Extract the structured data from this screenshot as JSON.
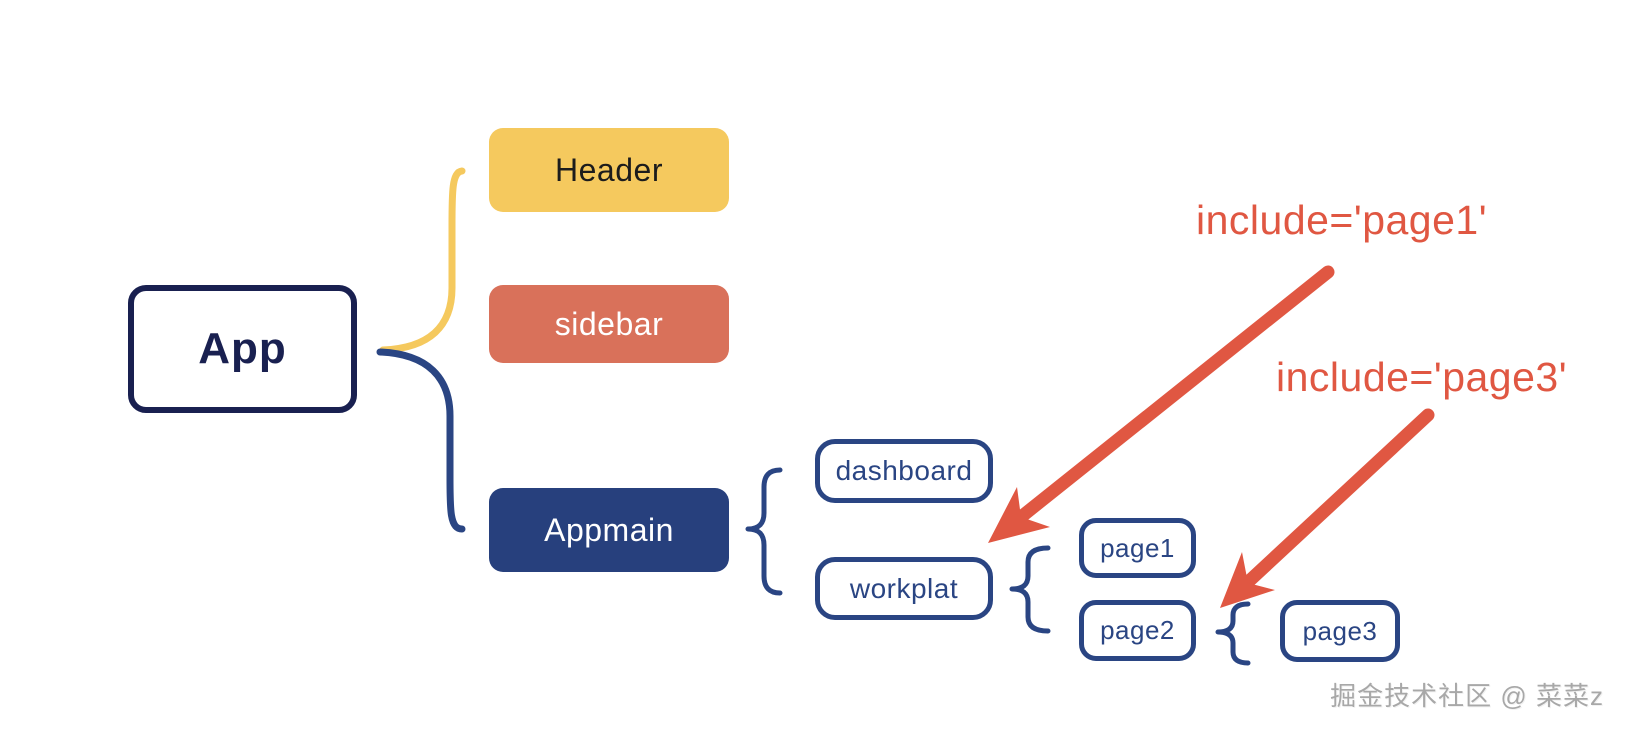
{
  "diagram": {
    "nodes": {
      "app": "App",
      "header": "Header",
      "sidebar": "sidebar",
      "appmain": "Appmain",
      "dashboard": "dashboard",
      "workplat": "workplat",
      "page1": "page1",
      "page2": "page2",
      "page3": "page3"
    },
    "annotations": {
      "include_page1": "include='page1'",
      "include_page3": "include='page3'"
    },
    "watermark": "掘金技术社区 @ 菜菜z"
  },
  "colors": {
    "navy_dark": "#192050",
    "navy": "#2a4583",
    "navy_fill": "#27407d",
    "yellow": "#f5c95e",
    "salmon": "#d9715a",
    "red": "#e05742",
    "watermark_gray": "#a8a8a8"
  }
}
